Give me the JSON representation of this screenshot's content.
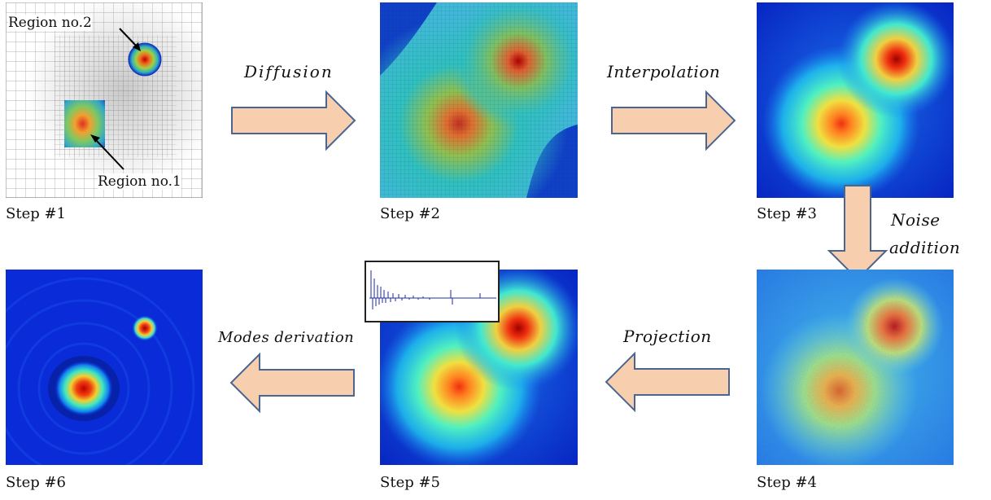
{
  "steps": [
    {
      "label": "Step #1"
    },
    {
      "label": "Step #2"
    },
    {
      "label": "Step #3"
    },
    {
      "label": "Step #4"
    },
    {
      "label": "Step #5"
    },
    {
      "label": "Step #6"
    }
  ],
  "operations": {
    "diffusion": "Diffusion",
    "interpolation": "Interpolation",
    "noise_line1": "Noise",
    "noise_line2": "addition",
    "projection": "Projection",
    "modes": "Modes derivation"
  },
  "regions": {
    "region1": "Region no.1",
    "region2": "Region no.2"
  },
  "colors": {
    "arrow_fill": "#f8cfae",
    "arrow_stroke": "#4a6690",
    "field_low": "#0a2bd8",
    "field_high": "#c00000"
  }
}
